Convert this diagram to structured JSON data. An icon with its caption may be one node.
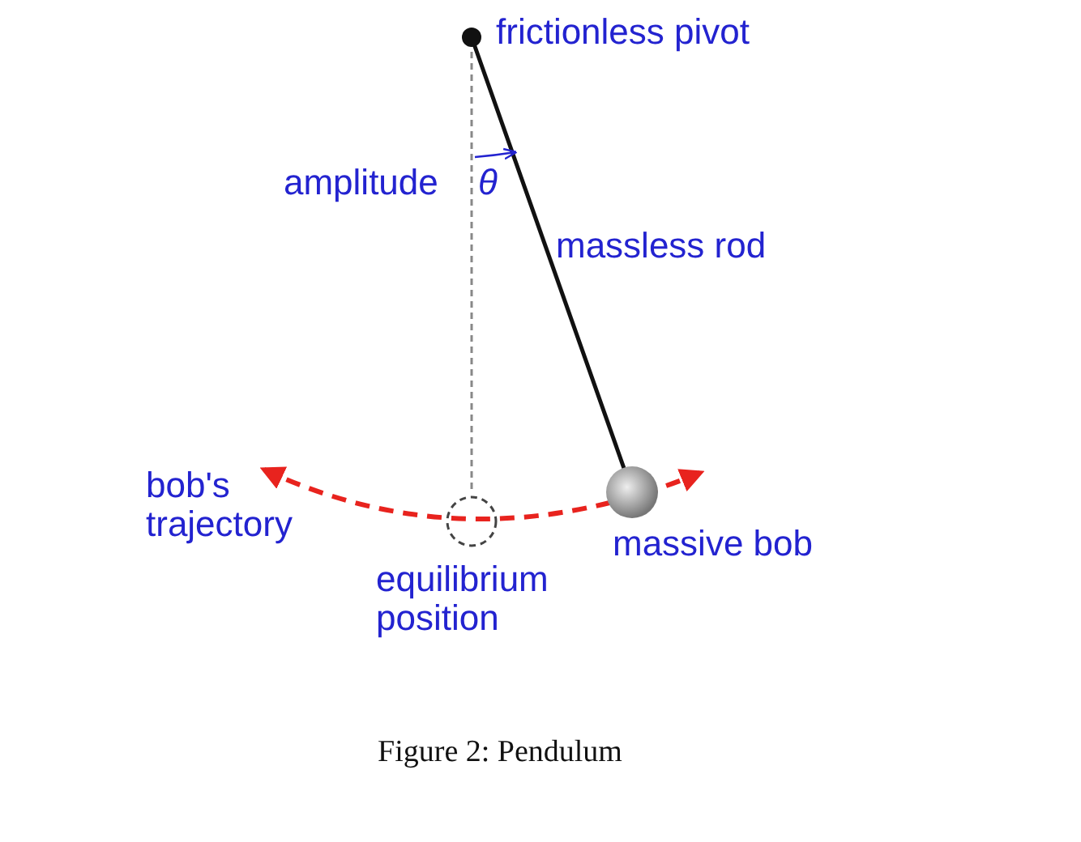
{
  "diagram": {
    "caption": "Figure 2: Pendulum",
    "labels": [
      "frictionless pivot",
      "amplitude",
      "θ",
      "massless rod",
      "bob's trajectory",
      "massive bob",
      "equilibrium position"
    ]
  }
}
